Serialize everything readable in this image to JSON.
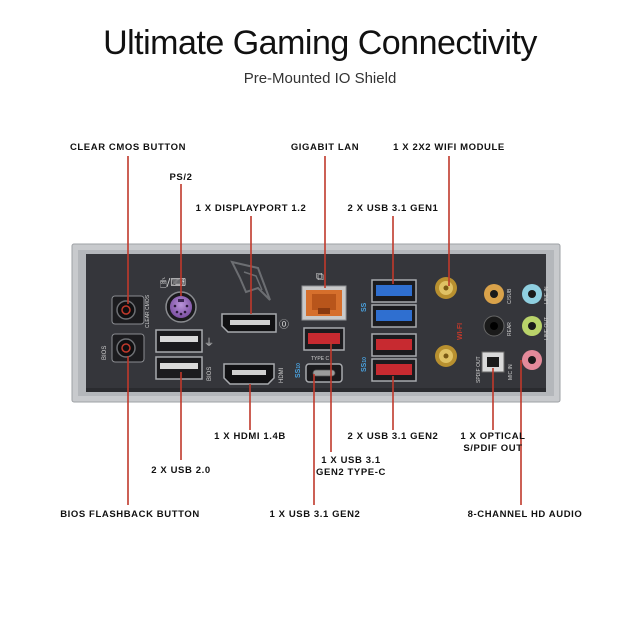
{
  "header": {
    "title": "Ultimate Gaming Connectivity",
    "subtitle": "Pre-Mounted IO Shield"
  },
  "callouts": {
    "clear_cmos": "CLEAR CMOS BUTTON",
    "ps2": "PS/2",
    "displayport": "1 X DISPLAYPORT 1.2",
    "gigabit_lan": "GIGABIT LAN",
    "usb31_gen1": "2 X USB 3.1 GEN1",
    "wifi": "1 X 2X2 WIFI MODULE",
    "hdmi": "1 X HDMI 1.4B",
    "usb20": "2 X USB 2.0",
    "usb31_gen2_a_line1": "1 X USB 3.1",
    "usb31_gen2_a_line2": "GEN2 TYPE-C",
    "usb31_gen2_pair": "2 X USB 3.1 GEN2",
    "optical_line1": "1 X OPTICAL",
    "optical_line2": "S/PDIF OUT",
    "bios_flashback": "BIOS FLASHBACK BUTTON",
    "usb31_gen2": "1 X USB 3.1 GEN2",
    "audio": "8-CHANNEL HD AUDIO"
  },
  "panel_text": {
    "clear_cmos": "CLEAR CMOS",
    "bios": "BIOS",
    "hdmi": "HDMI",
    "type_c": "TYPE C",
    "wifi": "WI-FI",
    "c_sub": "C/SUB",
    "rear": "REAR",
    "spdif_out": "SPDIF OUT",
    "line_in": "LINE IN",
    "line_out": "LINE OUT",
    "mic_in": "MIC IN",
    "ss": "SS",
    "ss10": "10"
  },
  "colors": {
    "leader": "#c0392b",
    "panel": "#34353a",
    "frame": "#b9bcc0",
    "usb_blue": "#2f6fd0",
    "usb_red": "#c72a30",
    "lan_orange": "#d9742d",
    "gold": "#c9a23a"
  }
}
